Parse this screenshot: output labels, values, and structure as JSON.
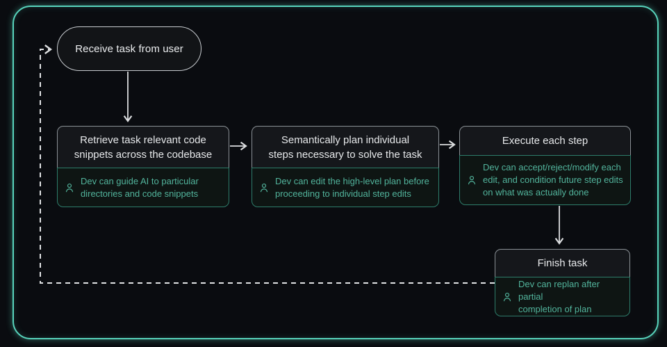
{
  "diagram": {
    "start_node": {
      "label": "Receive task from user"
    },
    "nodes": [
      {
        "title": "Retrieve task relevant code\nsnippets across the codebase",
        "note": "Dev can guide AI to particular\ndirectories and code snippets"
      },
      {
        "title": "Semantically plan individual\nsteps necessary to solve the task",
        "note": "Dev can edit the high-level plan before\nproceeding to individual step edits"
      },
      {
        "title": "Execute each step",
        "note": "Dev can accept/reject/modify each\nedit, and condition future step edits\non what was actually done"
      },
      {
        "title": "Finish task",
        "note": "Dev can replan after partial\ncompletion of plan"
      }
    ],
    "colors": {
      "background": "#0a0c10",
      "frame_teal": "#58d5bd",
      "pill_border": "#c8ccd0",
      "node_border_gray": "#8b9196",
      "note_border_teal": "#2e7d6b",
      "note_text_teal": "#52b49c",
      "title_text": "#e7e9eb",
      "connector": "#dcdee0"
    }
  }
}
